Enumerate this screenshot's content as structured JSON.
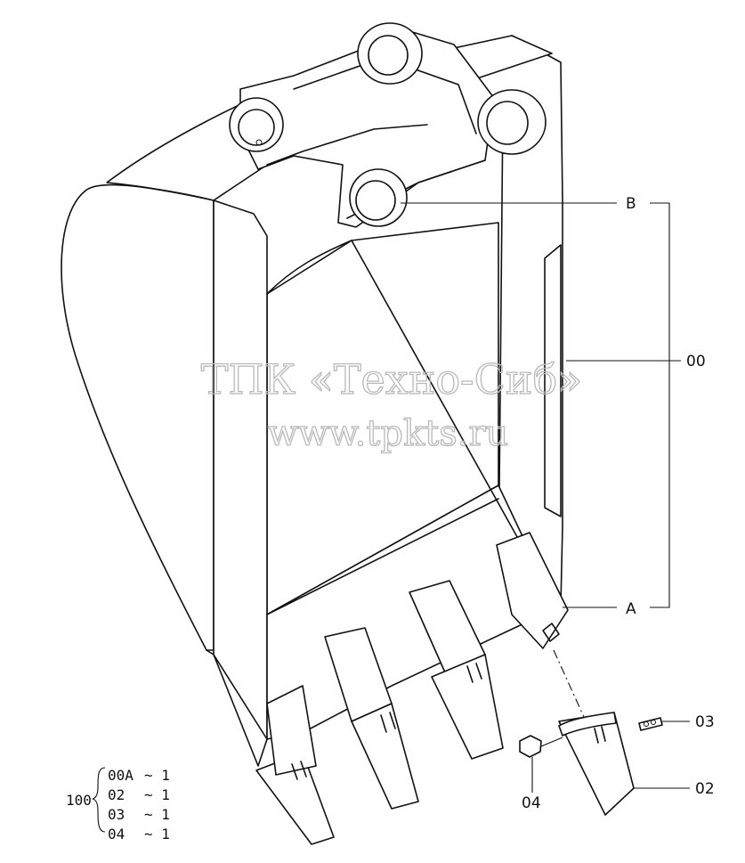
{
  "watermark": {
    "line1": "ТПК «Техно-Сиб»",
    "line2": "www.tpkts.ru"
  },
  "callouts": {
    "b": "B",
    "a": "A",
    "body": "00",
    "lock_pin": "03",
    "tooth": "02",
    "pin": "04"
  },
  "parts_list": {
    "assembly": "100",
    "rows": [
      {
        "part": "00A",
        "qty": "~ 1"
      },
      {
        "part": "02",
        "qty": "~ 1"
      },
      {
        "part": "03",
        "qty": "~ 1"
      },
      {
        "part": "04",
        "qty": "~ 1"
      }
    ]
  },
  "colors": {
    "ink": "#111111",
    "watermark": "#b9b9b9",
    "paper": "#ffffff"
  }
}
